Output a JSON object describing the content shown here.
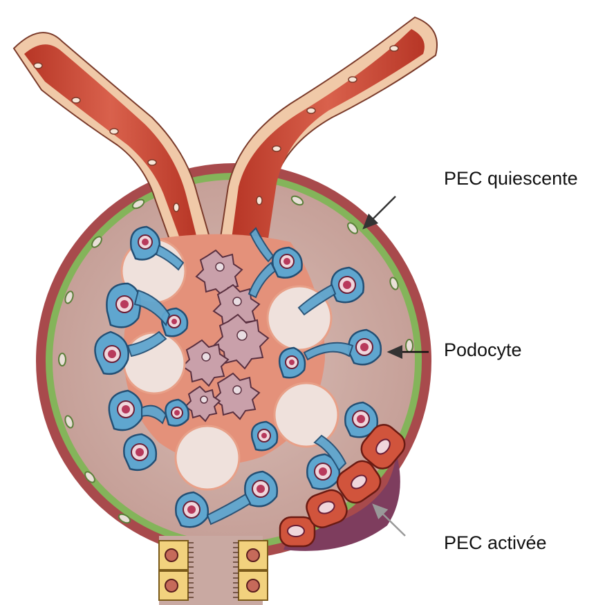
{
  "labels": {
    "pec_quiescent": "PEC quiescente",
    "podocyte": "Podocyte",
    "pec_activated": "PEC activée"
  },
  "colors": {
    "capsule_outline": "#a84a4c",
    "capsule_fill": "#c9a9a2",
    "vessel": "#c5402f",
    "vessel_wall": "#f0c9a8",
    "pec_quiescent": "#7aa84f",
    "podocyte": "#5fa6cf",
    "podocyte_nucleus": "#b8395c",
    "mesangium": "#e4917a",
    "capillary_lumen": "#efe1dc",
    "pec_activated": "#d1543c",
    "tubule_cells": "#f2d27e",
    "arrow_dark": "#333333",
    "arrow_light": "#999999"
  },
  "icons": {
    "arrow_quiescent": "arrow-icon",
    "arrow_podocyte": "arrow-icon",
    "arrow_activated": "arrow-icon"
  }
}
